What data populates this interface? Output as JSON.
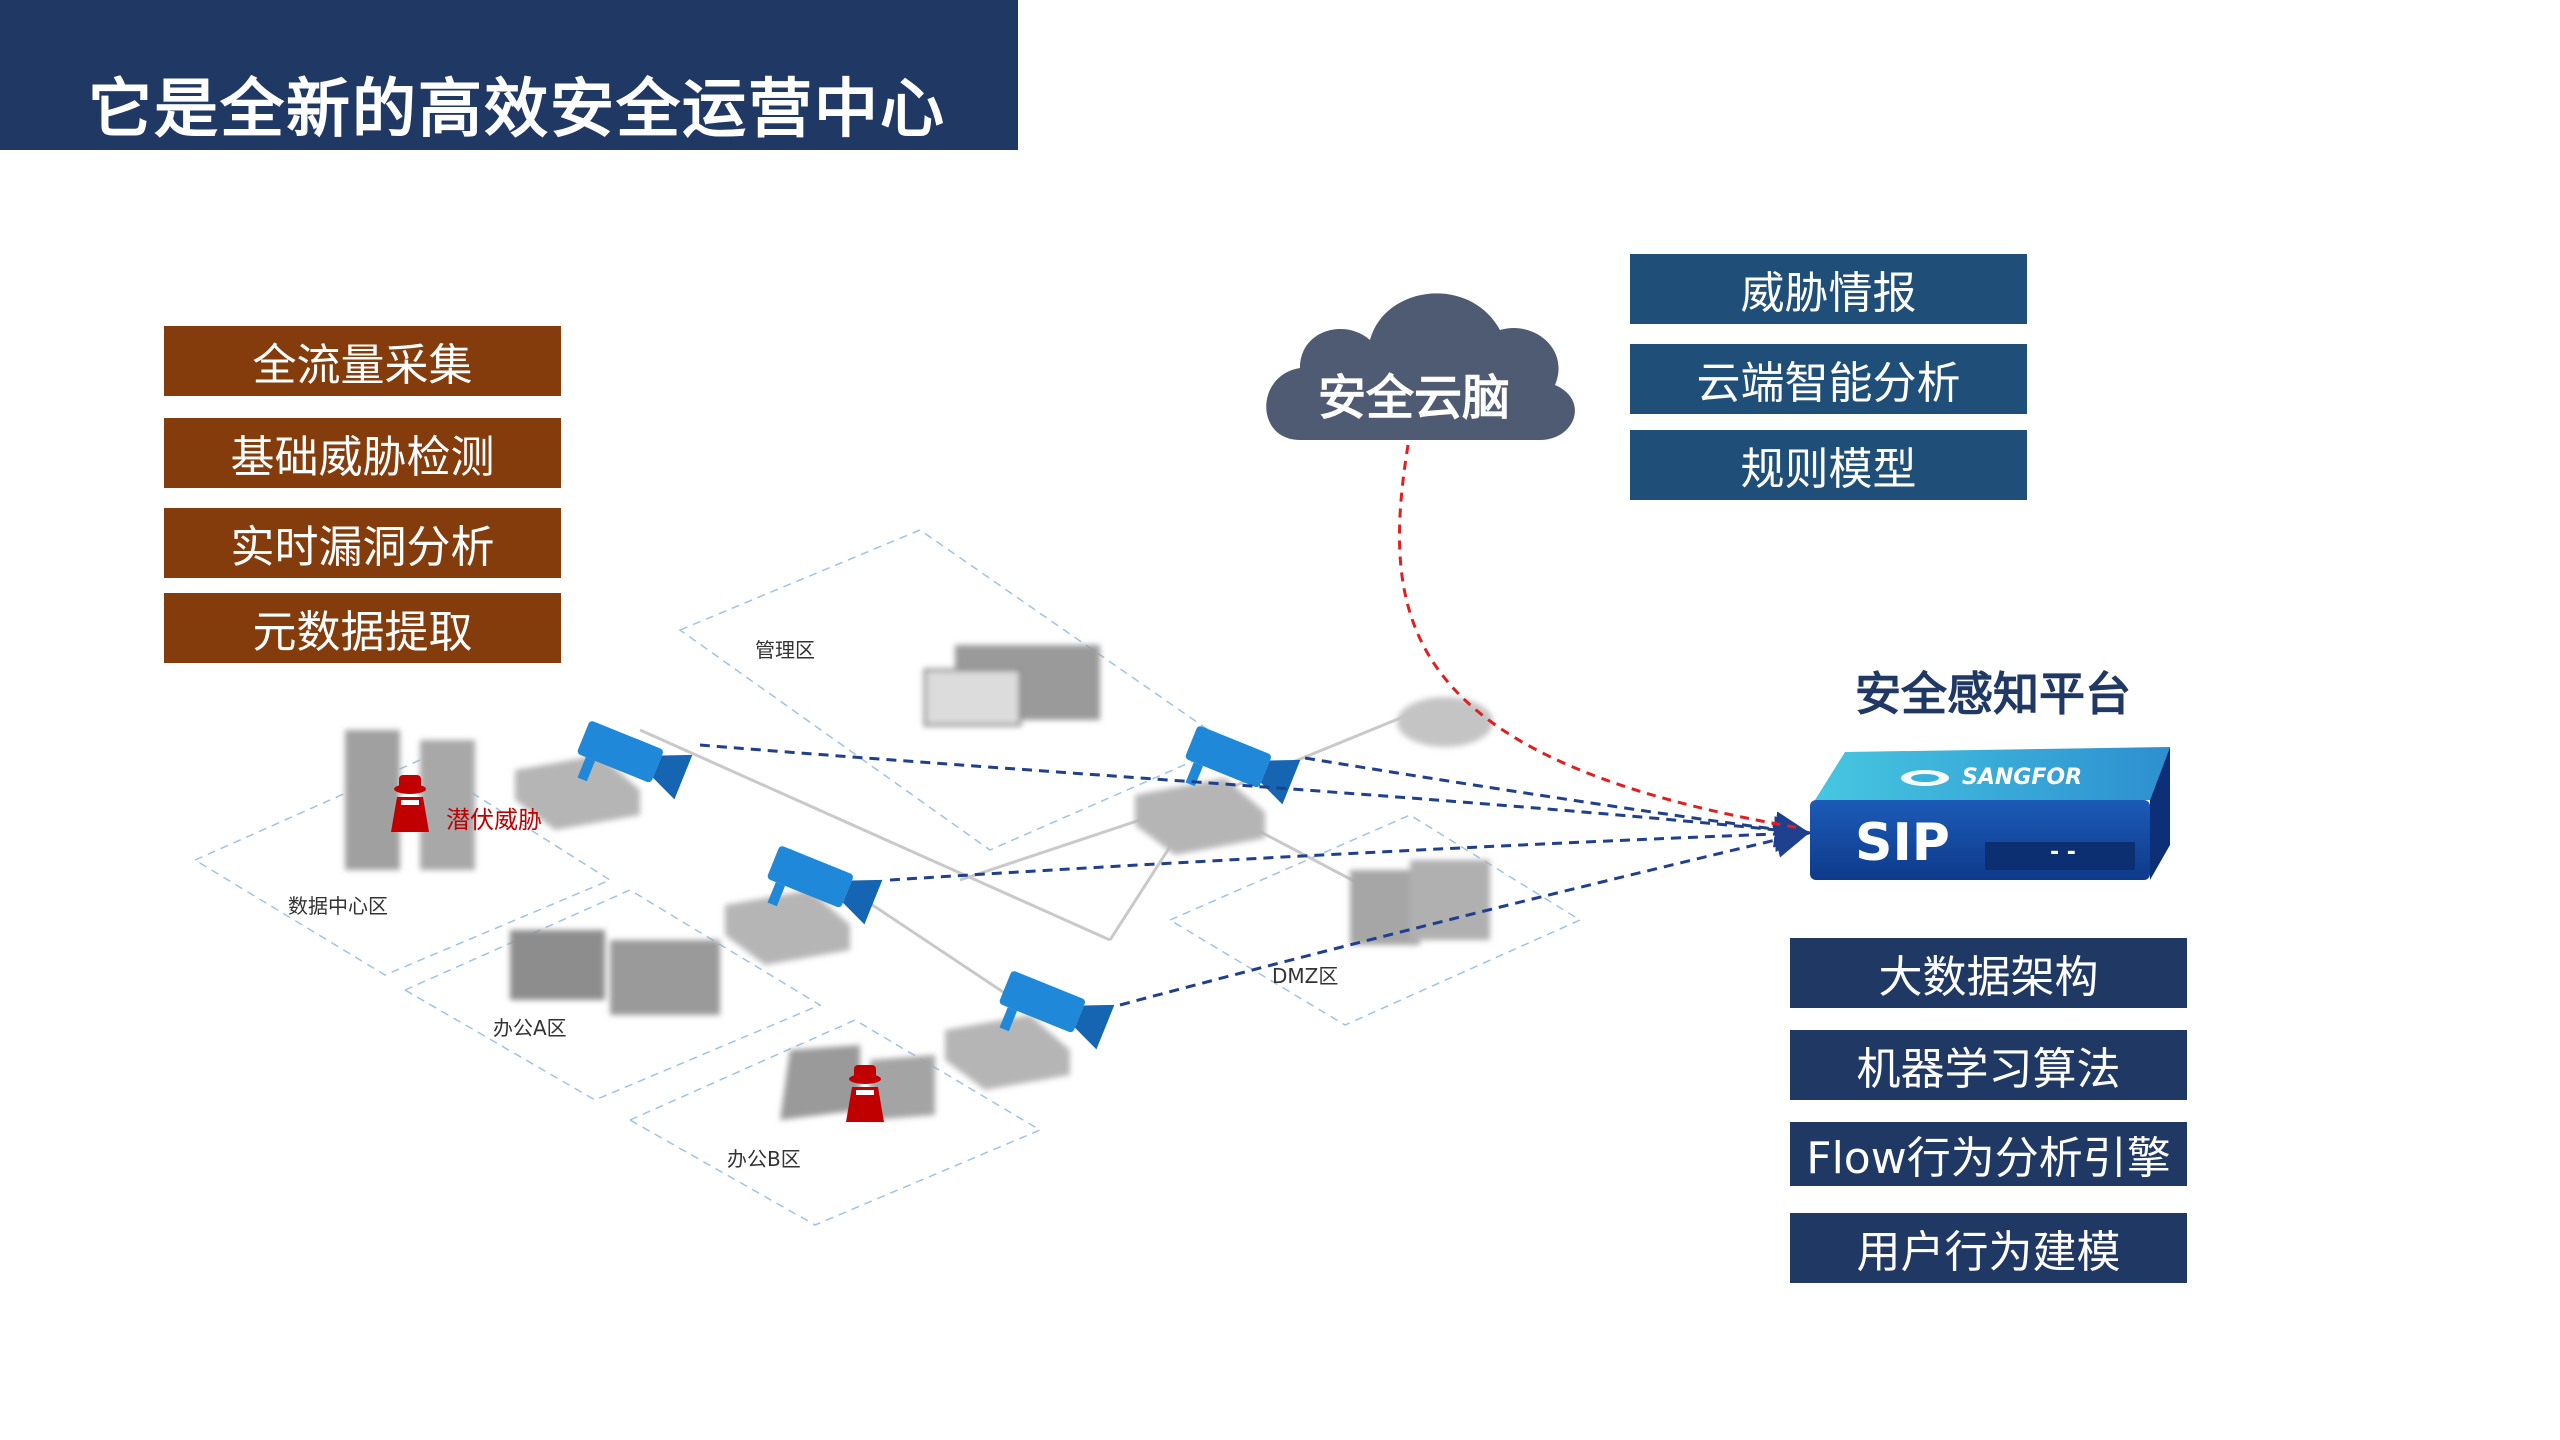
{
  "title": "它是全新的高效安全运营中心",
  "left_capabilities": [
    "全流量采集",
    "基础威胁检测",
    "实时漏洞分析",
    "元数据提取"
  ],
  "cloud": {
    "label": "安全云脑",
    "capabilities": [
      "威胁情报",
      "云端智能分析",
      "规则模型"
    ]
  },
  "platform": {
    "title": "安全感知平台",
    "device_label": "SIP",
    "brand": "SANGFOR",
    "device_indicator": "- -",
    "capabilities": [
      "大数据架构",
      "机器学习算法",
      "Flow行为分析引擎",
      "用户行为建模"
    ]
  },
  "zones": {
    "management": "管理区",
    "datacenter": "数据中心区",
    "office_a": "办公A区",
    "office_b": "办公B区",
    "dmz": "DMZ区"
  },
  "threat_label": "潜伏威胁",
  "colors": {
    "title_bar": "#203864",
    "left_tags": "#843c0c",
    "cloud_tags": "#1f4e79",
    "platform_tags": "#203864",
    "cloud": "#4f5b72",
    "sensor": "#1f88d8",
    "dashed_blue": "#1f3f8f",
    "dashed_red": "#e02020",
    "threat": "#c00000"
  }
}
